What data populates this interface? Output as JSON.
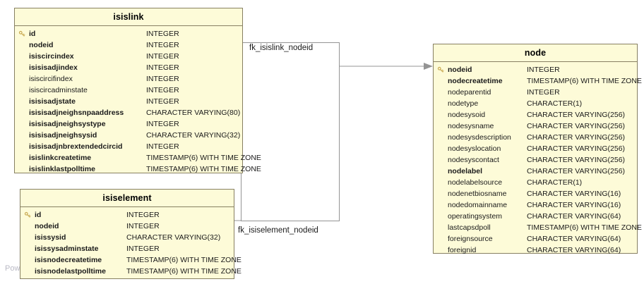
{
  "diagram": {
    "type": "er-diagram",
    "watermark": "Pow",
    "colors": {
      "entity_fill": "#fdfbd8",
      "entity_border": "#878062",
      "connector": "#949494",
      "key_icon": "#c8a951",
      "text": "#1a1a1a"
    }
  },
  "entities": [
    {
      "name": "isislink",
      "title": "isislink",
      "columns": [
        {
          "key": true,
          "bold": true,
          "name": "id",
          "type": "INTEGER"
        },
        {
          "key": false,
          "bold": true,
          "name": "nodeid",
          "type": "INTEGER"
        },
        {
          "key": false,
          "bold": true,
          "name": "isiscircindex",
          "type": "INTEGER"
        },
        {
          "key": false,
          "bold": true,
          "name": "isisisadjindex",
          "type": "INTEGER"
        },
        {
          "key": false,
          "bold": false,
          "name": "isiscircifindex",
          "type": "INTEGER"
        },
        {
          "key": false,
          "bold": false,
          "name": "isiscircadminstate",
          "type": "INTEGER"
        },
        {
          "key": false,
          "bold": true,
          "name": "isisisadjstate",
          "type": "INTEGER"
        },
        {
          "key": false,
          "bold": true,
          "name": "isisisadjneighsnpaaddress",
          "type": "CHARACTER VARYING(80)"
        },
        {
          "key": false,
          "bold": true,
          "name": "isisisadjneighsystype",
          "type": "INTEGER"
        },
        {
          "key": false,
          "bold": true,
          "name": "isisisadjneighsysid",
          "type": "CHARACTER VARYING(32)"
        },
        {
          "key": false,
          "bold": true,
          "name": "isisisadjnbrextendedcircid",
          "type": "INTEGER"
        },
        {
          "key": false,
          "bold": true,
          "name": "isislinkcreatetime",
          "type": "TIMESTAMP(6) WITH TIME ZONE"
        },
        {
          "key": false,
          "bold": true,
          "name": "isislinklastpolltime",
          "type": "TIMESTAMP(6) WITH TIME ZONE"
        }
      ]
    },
    {
      "name": "isiselement",
      "title": "isiselement",
      "columns": [
        {
          "key": true,
          "bold": true,
          "name": "id",
          "type": "INTEGER"
        },
        {
          "key": false,
          "bold": true,
          "name": "nodeid",
          "type": "INTEGER"
        },
        {
          "key": false,
          "bold": true,
          "name": "isissysid",
          "type": "CHARACTER VARYING(32)"
        },
        {
          "key": false,
          "bold": true,
          "name": "isissysadminstate",
          "type": "INTEGER"
        },
        {
          "key": false,
          "bold": true,
          "name": "isisnodecreatetime",
          "type": "TIMESTAMP(6) WITH TIME ZONE"
        },
        {
          "key": false,
          "bold": true,
          "name": "isisnodelastpolltime",
          "type": "TIMESTAMP(6) WITH TIME ZONE"
        }
      ]
    },
    {
      "name": "node",
      "title": "node",
      "columns": [
        {
          "key": true,
          "bold": true,
          "name": "nodeid",
          "type": "INTEGER"
        },
        {
          "key": false,
          "bold": true,
          "name": "nodecreatetime",
          "type": "TIMESTAMP(6) WITH TIME ZONE"
        },
        {
          "key": false,
          "bold": false,
          "name": "nodeparentid",
          "type": "INTEGER"
        },
        {
          "key": false,
          "bold": false,
          "name": "nodetype",
          "type": "CHARACTER(1)"
        },
        {
          "key": false,
          "bold": false,
          "name": "nodesysoid",
          "type": "CHARACTER VARYING(256)"
        },
        {
          "key": false,
          "bold": false,
          "name": "nodesysname",
          "type": "CHARACTER VARYING(256)"
        },
        {
          "key": false,
          "bold": false,
          "name": "nodesysdescription",
          "type": "CHARACTER VARYING(256)"
        },
        {
          "key": false,
          "bold": false,
          "name": "nodesyslocation",
          "type": "CHARACTER VARYING(256)"
        },
        {
          "key": false,
          "bold": false,
          "name": "nodesyscontact",
          "type": "CHARACTER VARYING(256)"
        },
        {
          "key": false,
          "bold": true,
          "name": "nodelabel",
          "type": "CHARACTER VARYING(256)"
        },
        {
          "key": false,
          "bold": false,
          "name": "nodelabelsource",
          "type": "CHARACTER(1)"
        },
        {
          "key": false,
          "bold": false,
          "name": "nodenetbiosname",
          "type": "CHARACTER VARYING(16)"
        },
        {
          "key": false,
          "bold": false,
          "name": "nodedomainname",
          "type": "CHARACTER VARYING(16)"
        },
        {
          "key": false,
          "bold": false,
          "name": "operatingsystem",
          "type": "CHARACTER VARYING(64)"
        },
        {
          "key": false,
          "bold": false,
          "name": "lastcapsdpoll",
          "type": "TIMESTAMP(6) WITH TIME ZONE"
        },
        {
          "key": false,
          "bold": false,
          "name": "foreignsource",
          "type": "CHARACTER VARYING(64)"
        },
        {
          "key": false,
          "bold": false,
          "name": "foreignid",
          "type": "CHARACTER VARYING(64)"
        }
      ]
    }
  ],
  "relationships": [
    {
      "name": "fk_isislink_nodeid",
      "label": "fk_isislink_nodeid",
      "from": "isislink",
      "to": "node"
    },
    {
      "name": "fk_isiselement_nodeid",
      "label": "fk_isiselement_nodeid",
      "from": "isiselement",
      "to": "node"
    }
  ]
}
